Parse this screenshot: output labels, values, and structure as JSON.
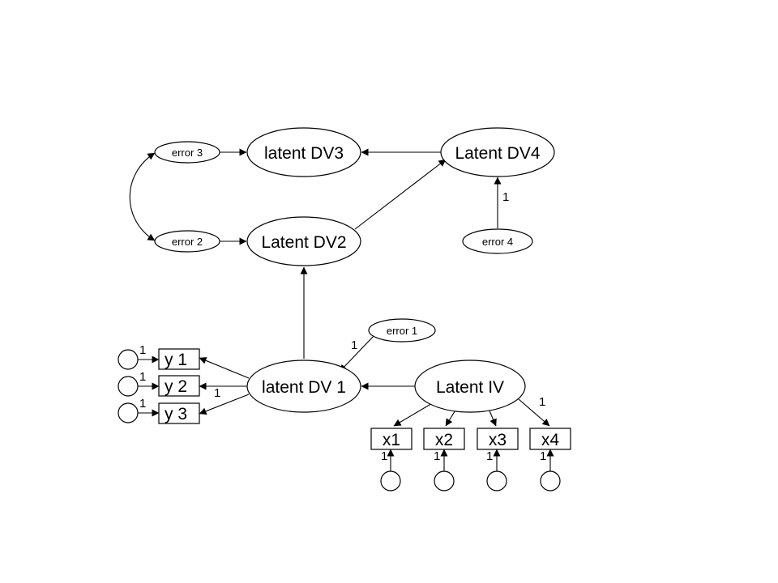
{
  "diagram": {
    "latents": {
      "dv3": "latent DV3",
      "dv4": "Latent DV4",
      "dv2": "Latent DV2",
      "dv1": "latent DV 1",
      "iv": "Latent IV"
    },
    "errors": {
      "e1": "error 1",
      "e2": "error 2",
      "e3": "error 3",
      "e4": "error 4"
    },
    "observed": {
      "y1": "y 1",
      "y2": "y 2",
      "y3": "y 3",
      "x1": "x1",
      "x2": "x2",
      "x3": "x3",
      "x4": "x4"
    },
    "weights": {
      "e4_dv4": "1",
      "e1_dv1": "1",
      "uy1": "1",
      "uy2": "1",
      "uy3": "1",
      "dv1_y2": "1",
      "iv_x4": "1",
      "ux1": "1",
      "ux2": "1",
      "ux3": "1",
      "ux4": "1"
    }
  }
}
